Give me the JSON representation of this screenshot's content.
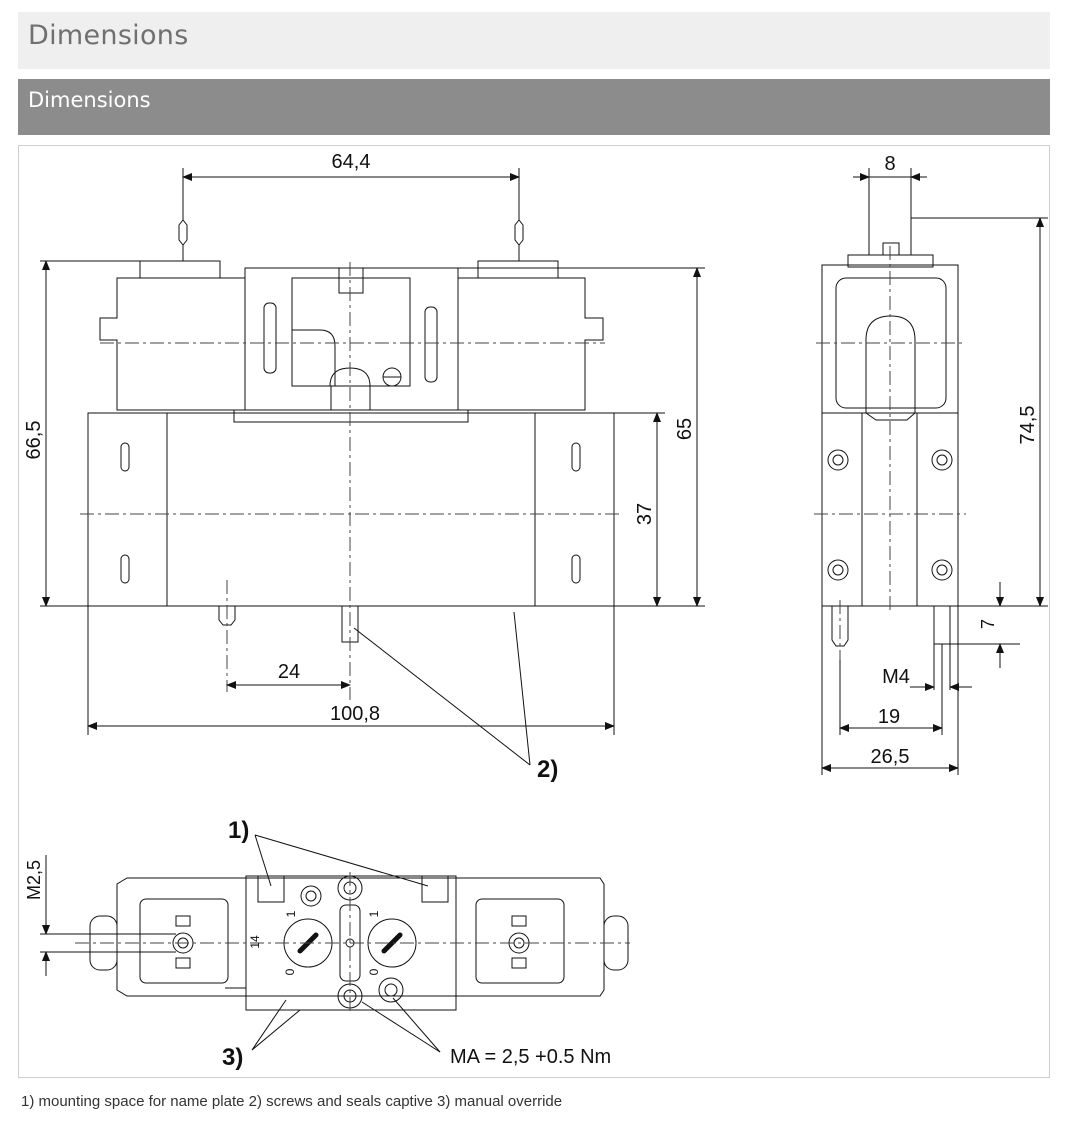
{
  "header": {
    "title": "Dimensions"
  },
  "subheader": {
    "title": "Dimensions"
  },
  "drawing": {
    "dims": {
      "w64_4": "64,4",
      "h66_5": "66,5",
      "h65": "65",
      "h37": "37",
      "w24": "24",
      "w100_8": "100,8",
      "w8": "8",
      "h74_5": "74,5",
      "h7": "7",
      "m4": "M4",
      "w19": "19",
      "w26_5": "26,5",
      "m2_5": "M2,5"
    },
    "callouts": {
      "c1": "1)",
      "c2": "2)",
      "c3": "3)"
    },
    "port_labels": {
      "p14": "14",
      "p1a": "1",
      "p1b": "1",
      "p0a": "0",
      "p0b": "0"
    },
    "torque": "MA = 2,5 +0.5 Nm"
  },
  "caption": "1) mounting space for name plate 2) screws and seals captive 3) manual override"
}
